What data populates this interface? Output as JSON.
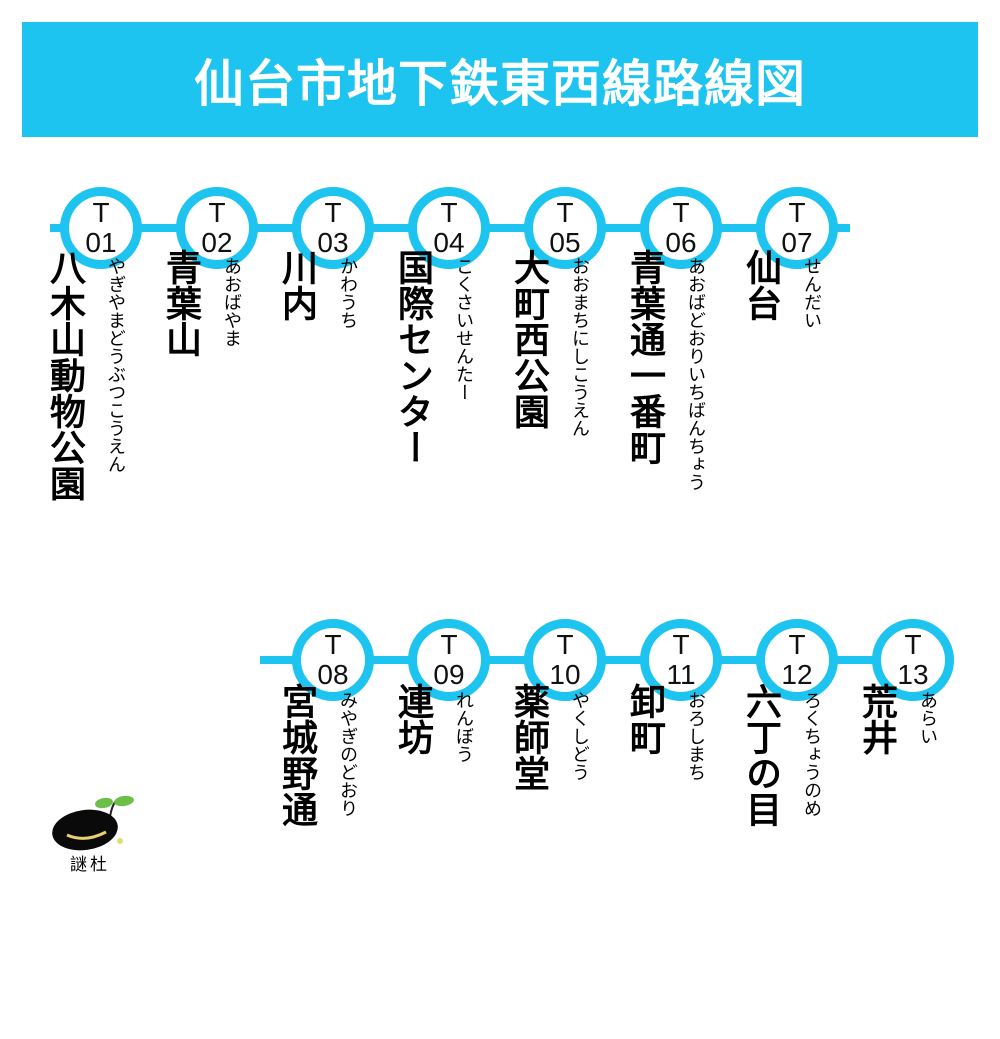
{
  "title": "仙台市地下鉄東西線路線図",
  "row1": [
    {
      "code_prefix": "T",
      "code_num": "01",
      "name": "八木山動物公園",
      "kana": "やぎやまどうぶつこうえん"
    },
    {
      "code_prefix": "T",
      "code_num": "02",
      "name": "青葉山",
      "kana": "あおばやま"
    },
    {
      "code_prefix": "T",
      "code_num": "03",
      "name": "川内",
      "kana": "かわうち"
    },
    {
      "code_prefix": "T",
      "code_num": "04",
      "name": "国際センター",
      "kana": "こくさいせんたー"
    },
    {
      "code_prefix": "T",
      "code_num": "05",
      "name": "大町西公園",
      "kana": "おおまちにしこうえん"
    },
    {
      "code_prefix": "T",
      "code_num": "06",
      "name": "青葉通一番町",
      "kana": "あおばどおりいちばんちょう"
    },
    {
      "code_prefix": "T",
      "code_num": "07",
      "name": "仙台",
      "kana": "せんだい"
    }
  ],
  "row2": [
    {
      "code_prefix": "T",
      "code_num": "08",
      "name": "宮城野通",
      "kana": "みやぎのどおり"
    },
    {
      "code_prefix": "T",
      "code_num": "09",
      "name": "連坊",
      "kana": "れんぼう"
    },
    {
      "code_prefix": "T",
      "code_num": "10",
      "name": "薬師堂",
      "kana": "やくしどう"
    },
    {
      "code_prefix": "T",
      "code_num": "11",
      "name": "卸町",
      "kana": "おろしまち"
    },
    {
      "code_prefix": "T",
      "code_num": "12",
      "name": "六丁の目",
      "kana": "ろくちょうのめ"
    },
    {
      "code_prefix": "T",
      "code_num": "13",
      "name": "荒井",
      "kana": "あらい"
    }
  ],
  "logo": {
    "text": "謎杜"
  },
  "colors": {
    "line": "#1cc4ef"
  }
}
